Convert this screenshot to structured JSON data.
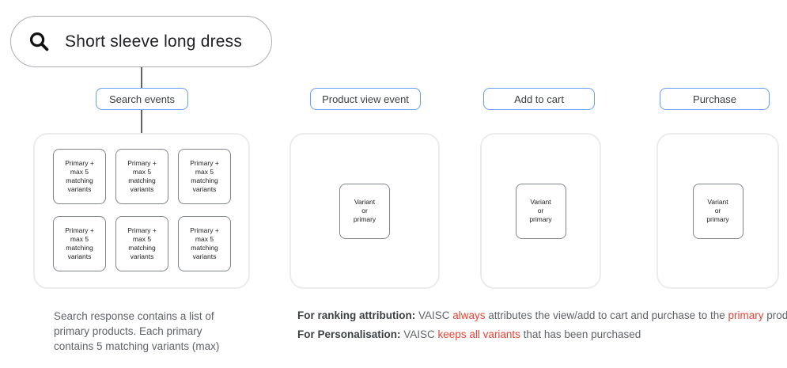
{
  "colors": {
    "accent_blue": "#669DF6",
    "alert_red": "#EA4335",
    "text_dark": "#202124",
    "text_gray": "#5F6368",
    "label_text": "#3C4043",
    "container_border": "#E9EBED",
    "box_border": "#7F858A",
    "pill_border": "#A9ADB2"
  },
  "search_bar": {
    "icon": "search-icon",
    "query": "Short sleeve long dress"
  },
  "columns": {
    "search": {
      "label": "Search events",
      "box_text": "Primary +\nmax 5\nmatching\nvariants",
      "box_count": 6
    },
    "product_view": {
      "label": "Product view event",
      "box_text": "Variant\nor\nprimary"
    },
    "add_to_cart": {
      "label": "Add to cart",
      "box_text": "Variant\nor\nprimary"
    },
    "purchase": {
      "label": "Purchase",
      "box_text": "Variant\nor\nprimary"
    }
  },
  "notes": {
    "left": "Search response contains a list of\nprimary products. Each primary\ncontains 5 matching variants (max)",
    "ranking": {
      "segments": [
        {
          "text": "For ranking attribution:",
          "style": "bold"
        },
        {
          "text": " VAISC ",
          "style": "normal"
        },
        {
          "text": "always",
          "style": "red"
        },
        {
          "text": " attributes the view/add to cart and purchase to the ",
          "style": "normal"
        },
        {
          "text": "primary",
          "style": "red"
        },
        {
          "text": " product.",
          "style": "normal"
        }
      ]
    },
    "personalisation": {
      "segments": [
        {
          "text": "For Personalisation:",
          "style": "bold"
        },
        {
          "text": " VAISC ",
          "style": "normal"
        },
        {
          "text": "keeps all variants",
          "style": "red"
        },
        {
          "text": " that has been purchased",
          "style": "normal"
        }
      ]
    }
  }
}
